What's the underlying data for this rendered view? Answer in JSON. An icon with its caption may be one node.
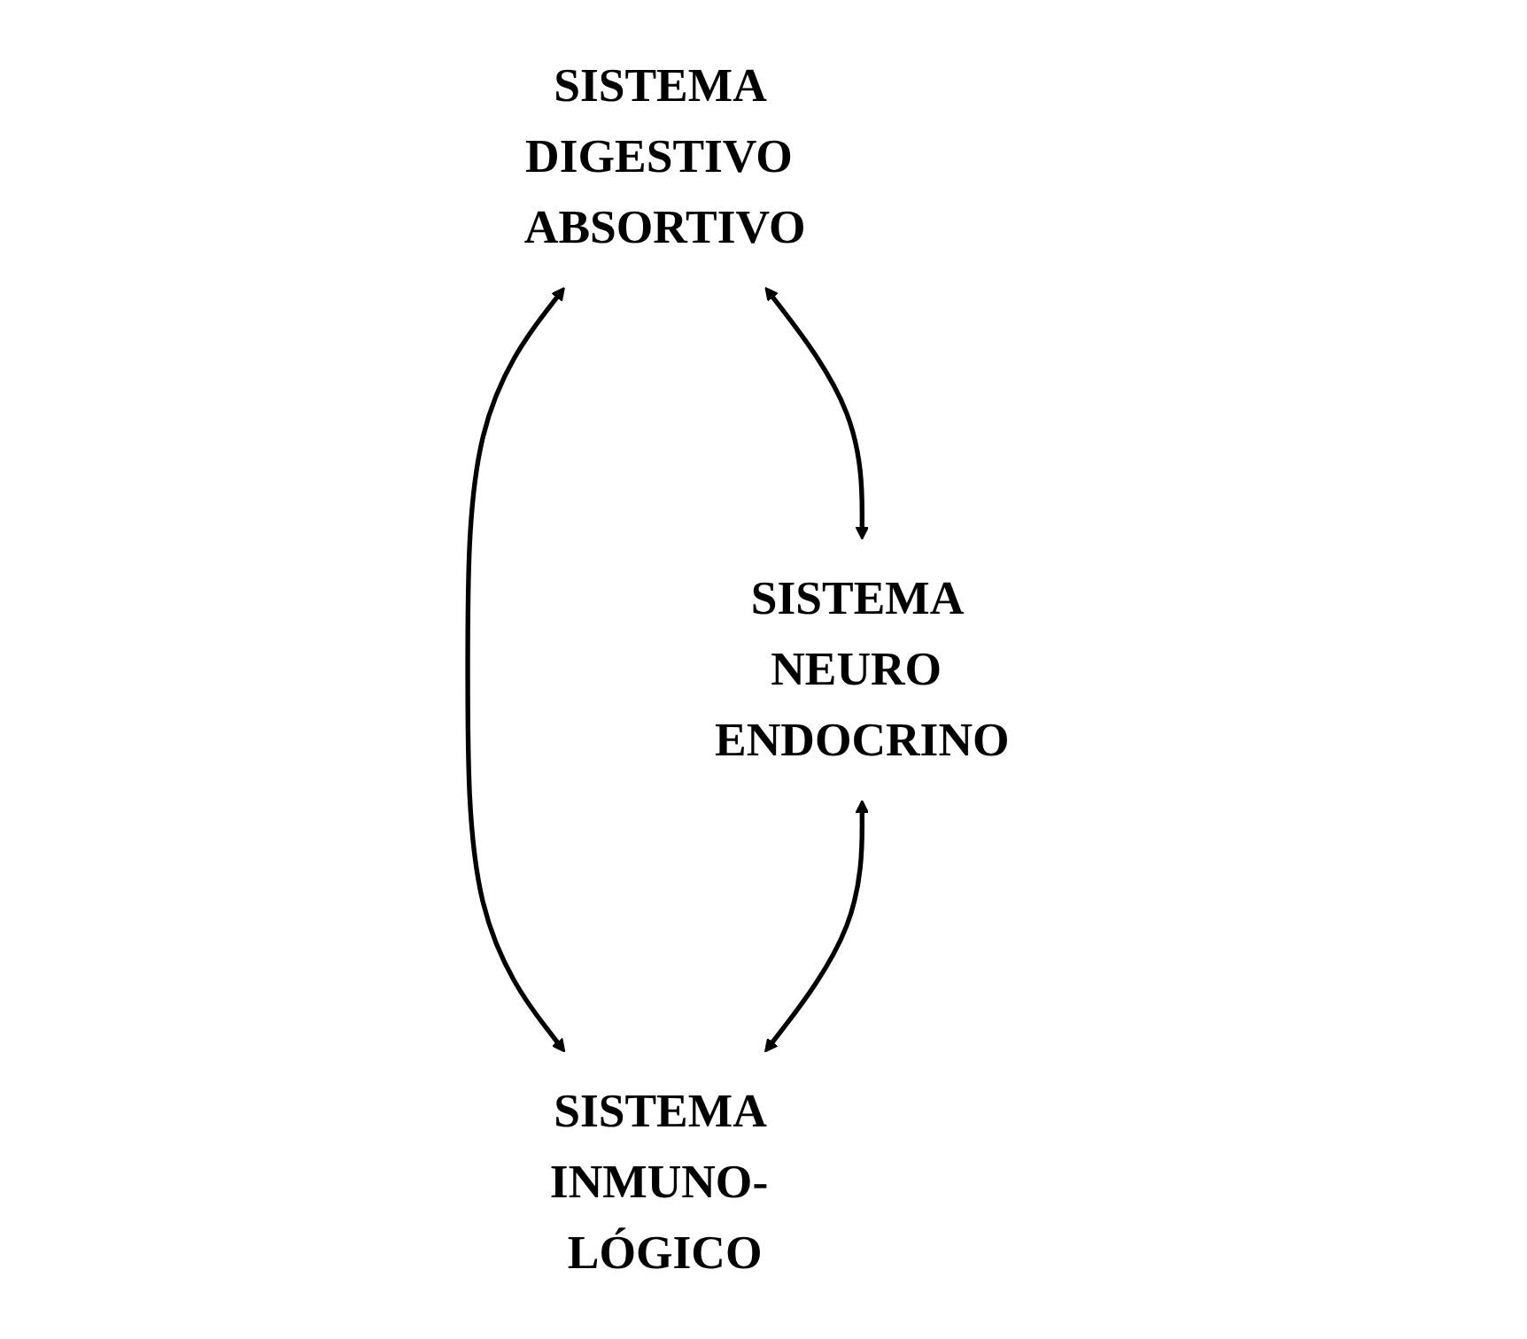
{
  "diagram": {
    "nodes": [
      {
        "text": [
          "SISTEMA DIGESTIVO ABSORTIVO"
        ]
      },
      {
        "text": [
          "SISTEMA NEURO ENDOCRINO"
        ]
      },
      {
        "text": [
          "SISTEMA INMUNO- LÓGICO"
        ]
      }
    ],
    "edges": [
      {
        "from": 0,
        "to": 1,
        "arrow": "both"
      },
      {
        "from": 0,
        "to": 2,
        "arrow": "both"
      },
      {
        "from": 1,
        "to": 2,
        "arrow": "both"
      }
    ]
  }
}
